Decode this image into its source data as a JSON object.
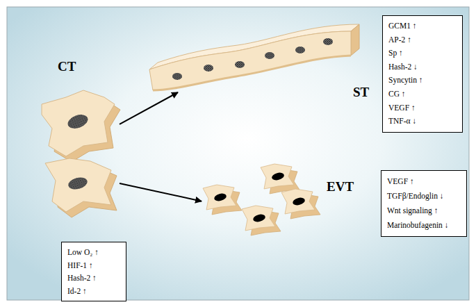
{
  "diagram": {
    "nodes": [
      {
        "text": [
          "CT"
        ]
      },
      {
        "text": [
          "ST"
        ]
      },
      {
        "text": [
          "GCM1 ↑",
          "AP-2 ↑",
          "Sp ↑",
          "Hash-2 ↓",
          "Syncytin ↑",
          "CG ↑",
          "VEGF ↑",
          "TNF-α ↓"
        ]
      },
      {
        "text": [
          "EVT"
        ]
      },
      {
        "text": [
          "VEGF ↑",
          "TGFβ/Endoglin ↓",
          "Wnt signaling ↑",
          "Marinobufagenin ↓"
        ]
      },
      {
        "text": [
          "Low O₂ ↑",
          "HIF-1 ↑",
          "Hash-2 ↑",
          "Id-2 ↑"
        ]
      }
    ],
    "edges": [
      {
        "from": 0,
        "to": 1,
        "arrow": "to"
      },
      {
        "from": 0,
        "to": 3,
        "arrow": "to"
      }
    ]
  }
}
